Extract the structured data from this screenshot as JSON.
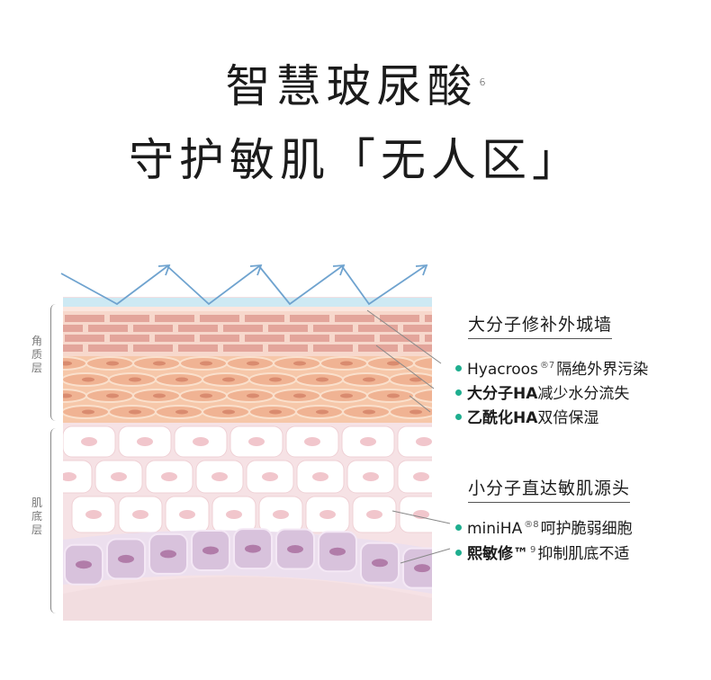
{
  "headline": {
    "line1": "智慧玻尿酸",
    "line1_sup": "6",
    "line2": "守护敏肌「无人区」"
  },
  "side_labels": {
    "stratum_corneum": "角质层",
    "dermis": "肌底层"
  },
  "section1": {
    "title": "大分子修补外城墙",
    "items": [
      {
        "name": "Hyacroos",
        "sup": "®7",
        "text": "隔绝外界污染"
      },
      {
        "name": "大分子HA",
        "sup": "",
        "text": "减少水分流失"
      },
      {
        "name": "乙酰化HA",
        "sup": "",
        "text": "双倍保湿"
      }
    ]
  },
  "section2": {
    "title": "小分子直达敏肌源头",
    "items": [
      {
        "name": "miniHA",
        "sup": "®8",
        "text": "呵护脆弱细胞"
      },
      {
        "name": "熙敏修™",
        "sup": "9",
        "text": "抑制肌底不适"
      }
    ]
  },
  "colors": {
    "accent": "#1fae8f",
    "brick": "#e3a59b",
    "corneum": "#f3c0a4",
    "cell_pink": "#f1c6cc",
    "cell_purple": "#d8c2dc",
    "arrow": "#6fa3cf"
  }
}
